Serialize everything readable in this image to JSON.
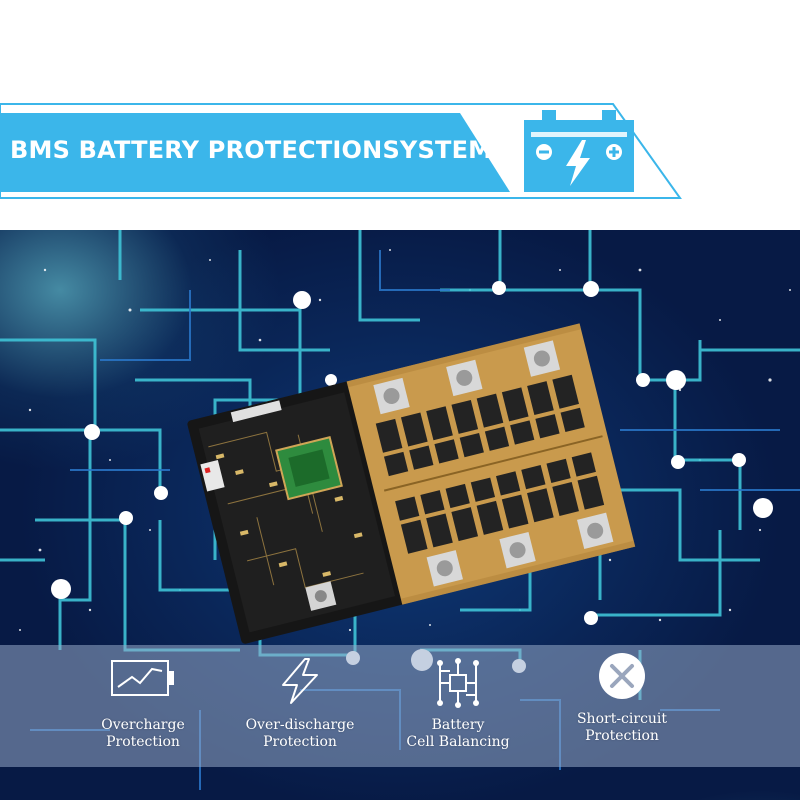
{
  "banner": {
    "title": "BMS BATTERY PROTECTIONSYSTEM",
    "icon": "car-battery-icon",
    "accent": "#3bb6ea"
  },
  "hero": {
    "image": "bms-circuit-board-photo",
    "background": "#0a2658",
    "line_color": "#3fc3d6"
  },
  "features": [
    {
      "icon": "overcharge-chart-icon",
      "line1": "Overcharge",
      "line2": "Protection"
    },
    {
      "icon": "lightning-bolt-icon",
      "line1": "Over-discharge",
      "line2": "Protection"
    },
    {
      "icon": "cell-network-icon",
      "line1": "Battery",
      "line2": "Cell Balancing"
    },
    {
      "icon": "close-circle-icon",
      "line1": "Short-circuit",
      "line2": "Protection"
    }
  ]
}
